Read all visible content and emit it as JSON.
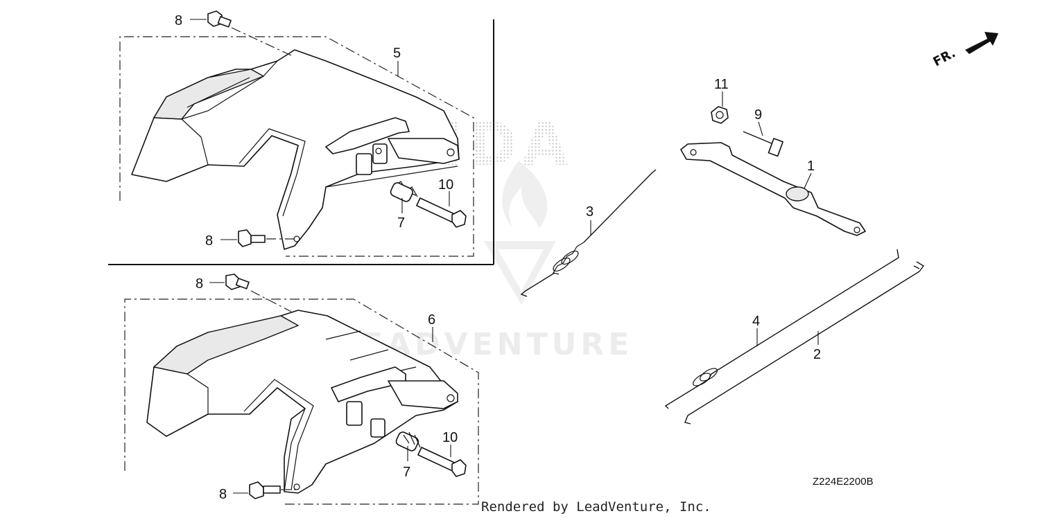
{
  "diagram": {
    "callouts": [
      "1",
      "2",
      "3",
      "4",
      "5",
      "6",
      "7",
      "7",
      "8",
      "8",
      "8",
      "8",
      "9",
      "10",
      "10",
      "11"
    ],
    "diagram_code": "Z224E2200B",
    "direction_indicator": "FR.",
    "watermark_brand": "HONDA",
    "watermark_dealer": "LEADVENTURE",
    "credit": "Rendered by LeadVenture, Inc."
  },
  "colors": {
    "line": "#111111",
    "watermark": "#d9d9d9",
    "background": "#ffffff"
  }
}
